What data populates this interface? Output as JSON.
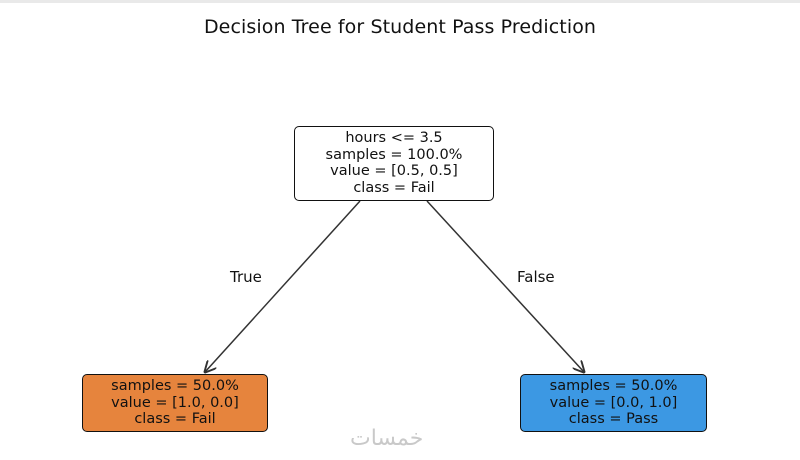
{
  "title": "Decision Tree for Student Pass Prediction",
  "colors": {
    "fail": "#e6843d",
    "pass": "#3c98e3",
    "root": "#ffffff",
    "edge": "#333333"
  },
  "nodes": {
    "root": {
      "lines": [
        "hours <= 3.5",
        "samples = 100.0%",
        "value = [0.5, 0.5]",
        "class = Fail"
      ]
    },
    "left": {
      "lines": [
        "samples = 50.0%",
        "value = [1.0, 0.0]",
        "class = Fail"
      ]
    },
    "right": {
      "lines": [
        "samples = 50.0%",
        "value = [0.0, 1.0]",
        "class = Pass"
      ]
    }
  },
  "edges": {
    "true_label": "True",
    "false_label": "False"
  },
  "watermark": "خمسات"
}
